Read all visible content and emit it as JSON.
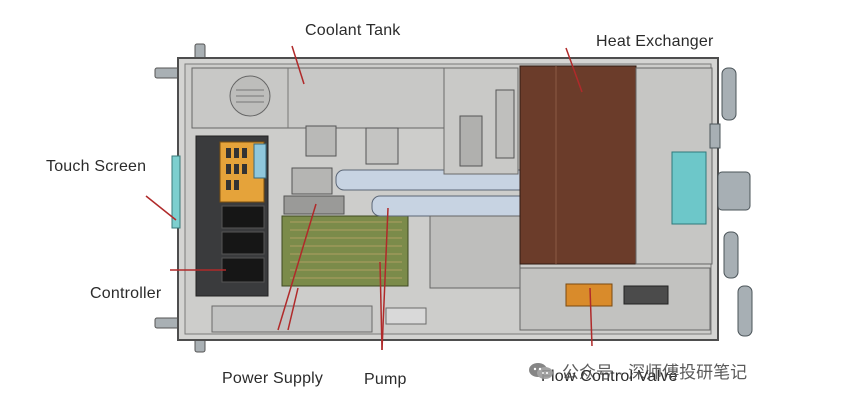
{
  "labels": {
    "coolant_tank": "Coolant Tank",
    "heat_exchanger": "Heat Exchanger",
    "touch_screen": "Touch Screen",
    "controller": "Controller",
    "power_supply": "Power Supply",
    "pump": "Pump",
    "flow_control_valve": "Flow Control Valve"
  },
  "watermark": {
    "text": "公众号 · 深师傅投研笔记",
    "icon": "wechat-icon"
  },
  "colors": {
    "frame": "#cfd0cf",
    "outline": "#5a5a5a",
    "controller_orange": "#e5a33a",
    "heat_exchanger_brown": "#6b3c2a",
    "pump_green": "#7b8b4a",
    "pipe_blue": "#c7d3e2",
    "valve_orange": "#d98b2b",
    "connector_cyan": "#6dc7c9",
    "leader_red": "#b02a2a"
  }
}
